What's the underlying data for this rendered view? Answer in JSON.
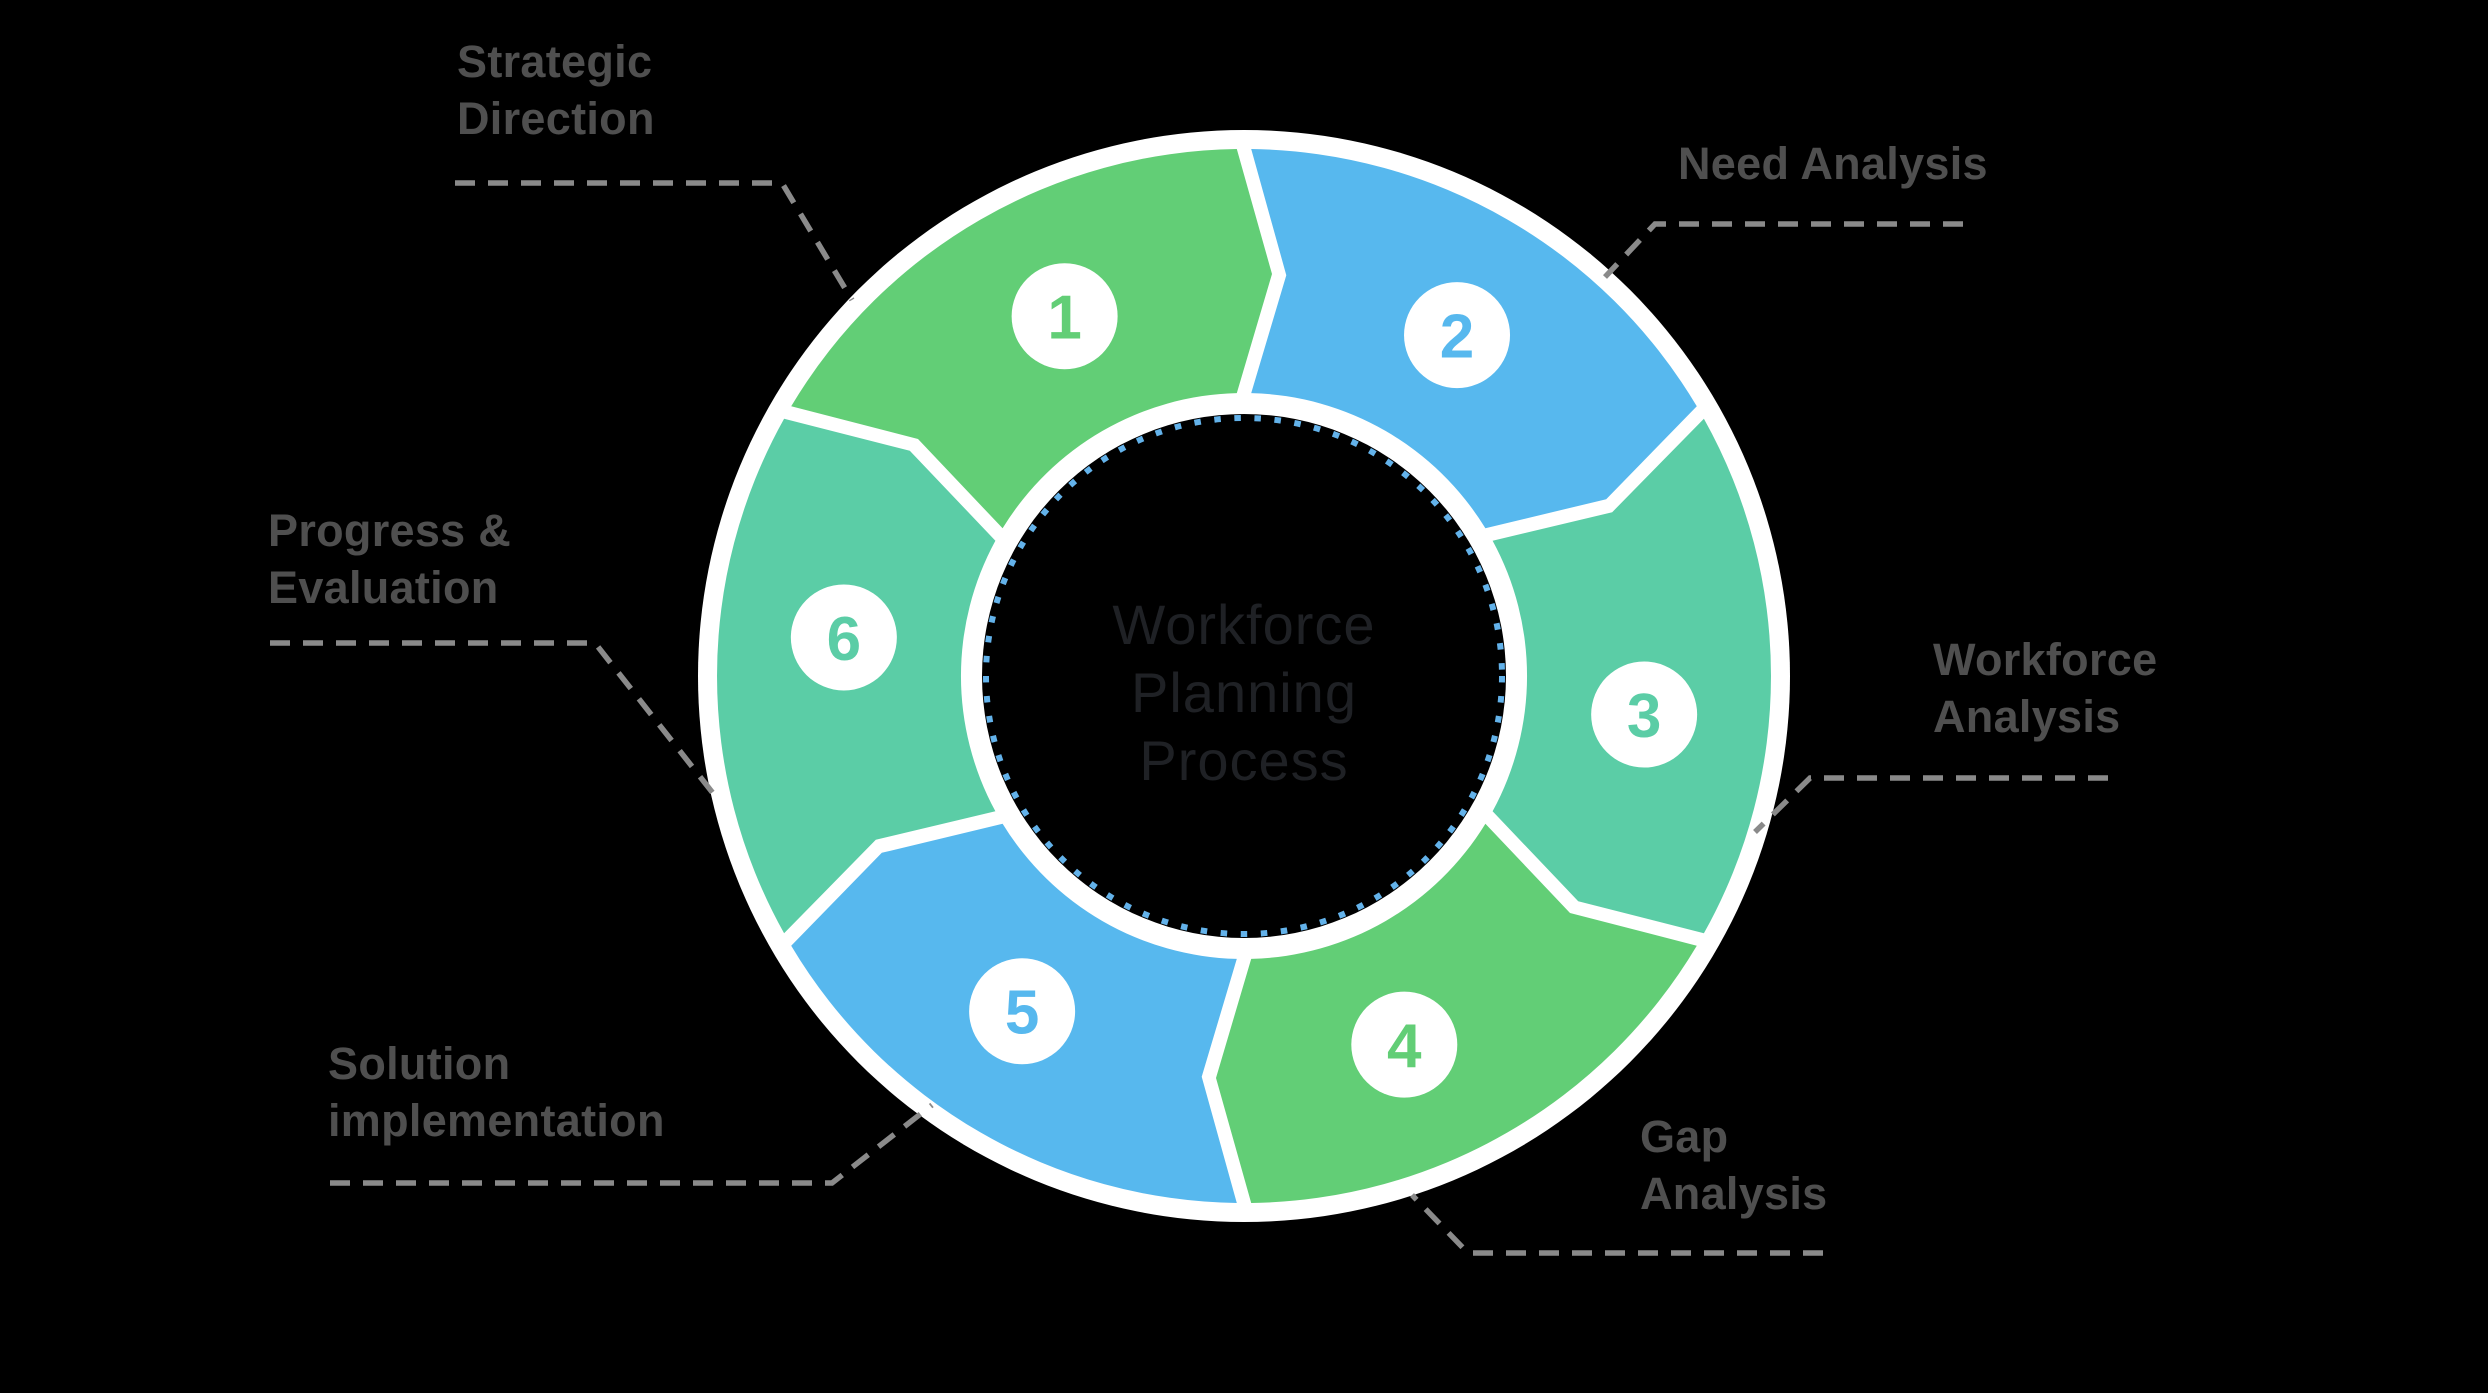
{
  "diagram": {
    "center_title": "Workforce\nPlanning\nProcess",
    "steps": [
      {
        "number": "1",
        "label": "Strategic\nDirection",
        "color": "#62ce76"
      },
      {
        "number": "2",
        "label": "Need Analysis",
        "color": "#57b8ee"
      },
      {
        "number": "3",
        "label": "Workforce\nAnalysis",
        "color": "#5bcda6"
      },
      {
        "number": "4",
        "label": "Gap\nAnalysis",
        "color": "#62ce76"
      },
      {
        "number": "5",
        "label": "Solution\nimplementation",
        "color": "#57b8ee"
      },
      {
        "number": "6",
        "label": "Progress &\nEvaluation",
        "color": "#5bcda6"
      }
    ]
  },
  "colors": {
    "background": "#000000",
    "ring_white": "#ffffff",
    "green": "#62ce76",
    "blue": "#57b8ee",
    "teal": "#5bcda6",
    "label_text": "#4f4f4f",
    "leader_line": "#8a8a8a",
    "center_text": "#1f2125",
    "inner_dotted_circle": "#63b2ea",
    "badge_fill": "#ffffff"
  }
}
